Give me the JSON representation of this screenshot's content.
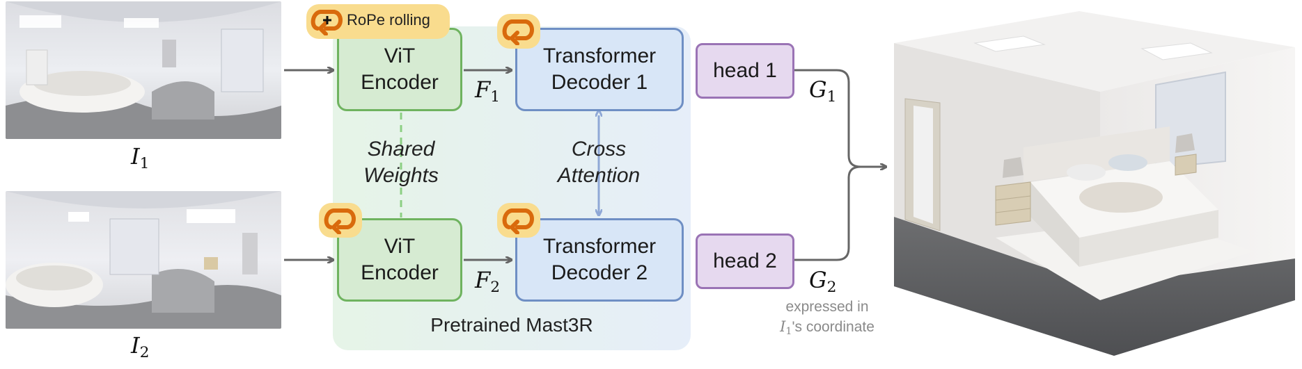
{
  "inputs": [
    {
      "symbol": "I",
      "subscript": "1"
    },
    {
      "symbol": "I",
      "subscript": "2"
    }
  ],
  "badge": {
    "label": "RoPe rolling"
  },
  "encoders": [
    {
      "line1": "ViT",
      "line2": "Encoder"
    },
    {
      "line1": "ViT",
      "line2": "Encoder"
    }
  ],
  "features": [
    {
      "symbol": "F",
      "subscript": "1"
    },
    {
      "symbol": "F",
      "subscript": "2"
    }
  ],
  "decoders": [
    {
      "line1": "Transformer",
      "line2": "Decoder 1"
    },
    {
      "line1": "Transformer",
      "line2": "Decoder 2"
    }
  ],
  "shared": {
    "line1": "Shared",
    "line2": "Weights"
  },
  "cross": {
    "line1": "Cross",
    "line2": "Attention"
  },
  "pretrained_label": "Pretrained Mast3R",
  "heads": [
    {
      "label": "head 1"
    },
    {
      "label": "head 2"
    }
  ],
  "outputs": [
    {
      "symbol": "G",
      "subscript": "1"
    },
    {
      "symbol": "G",
      "subscript": "2"
    }
  ],
  "note": {
    "line1": "expressed in",
    "line2_symbol": "I",
    "line2_subscript": "1",
    "line2_rest": "'s coordinate"
  },
  "colors": {
    "pretrained_bg_start": "#e8f5e9",
    "pretrained_bg_end": "#e3ecfb",
    "vit_fill": "#d6ebd2",
    "vit_border": "#6fb35f",
    "decoder_fill": "#d8e6f7",
    "decoder_border": "#6f8fc4",
    "head_fill": "#e6d9ef",
    "head_border": "#9a73b5",
    "badge_fill": "#f9dc8e",
    "roll_icon": "#d96a0c",
    "arrow": "#666666"
  }
}
